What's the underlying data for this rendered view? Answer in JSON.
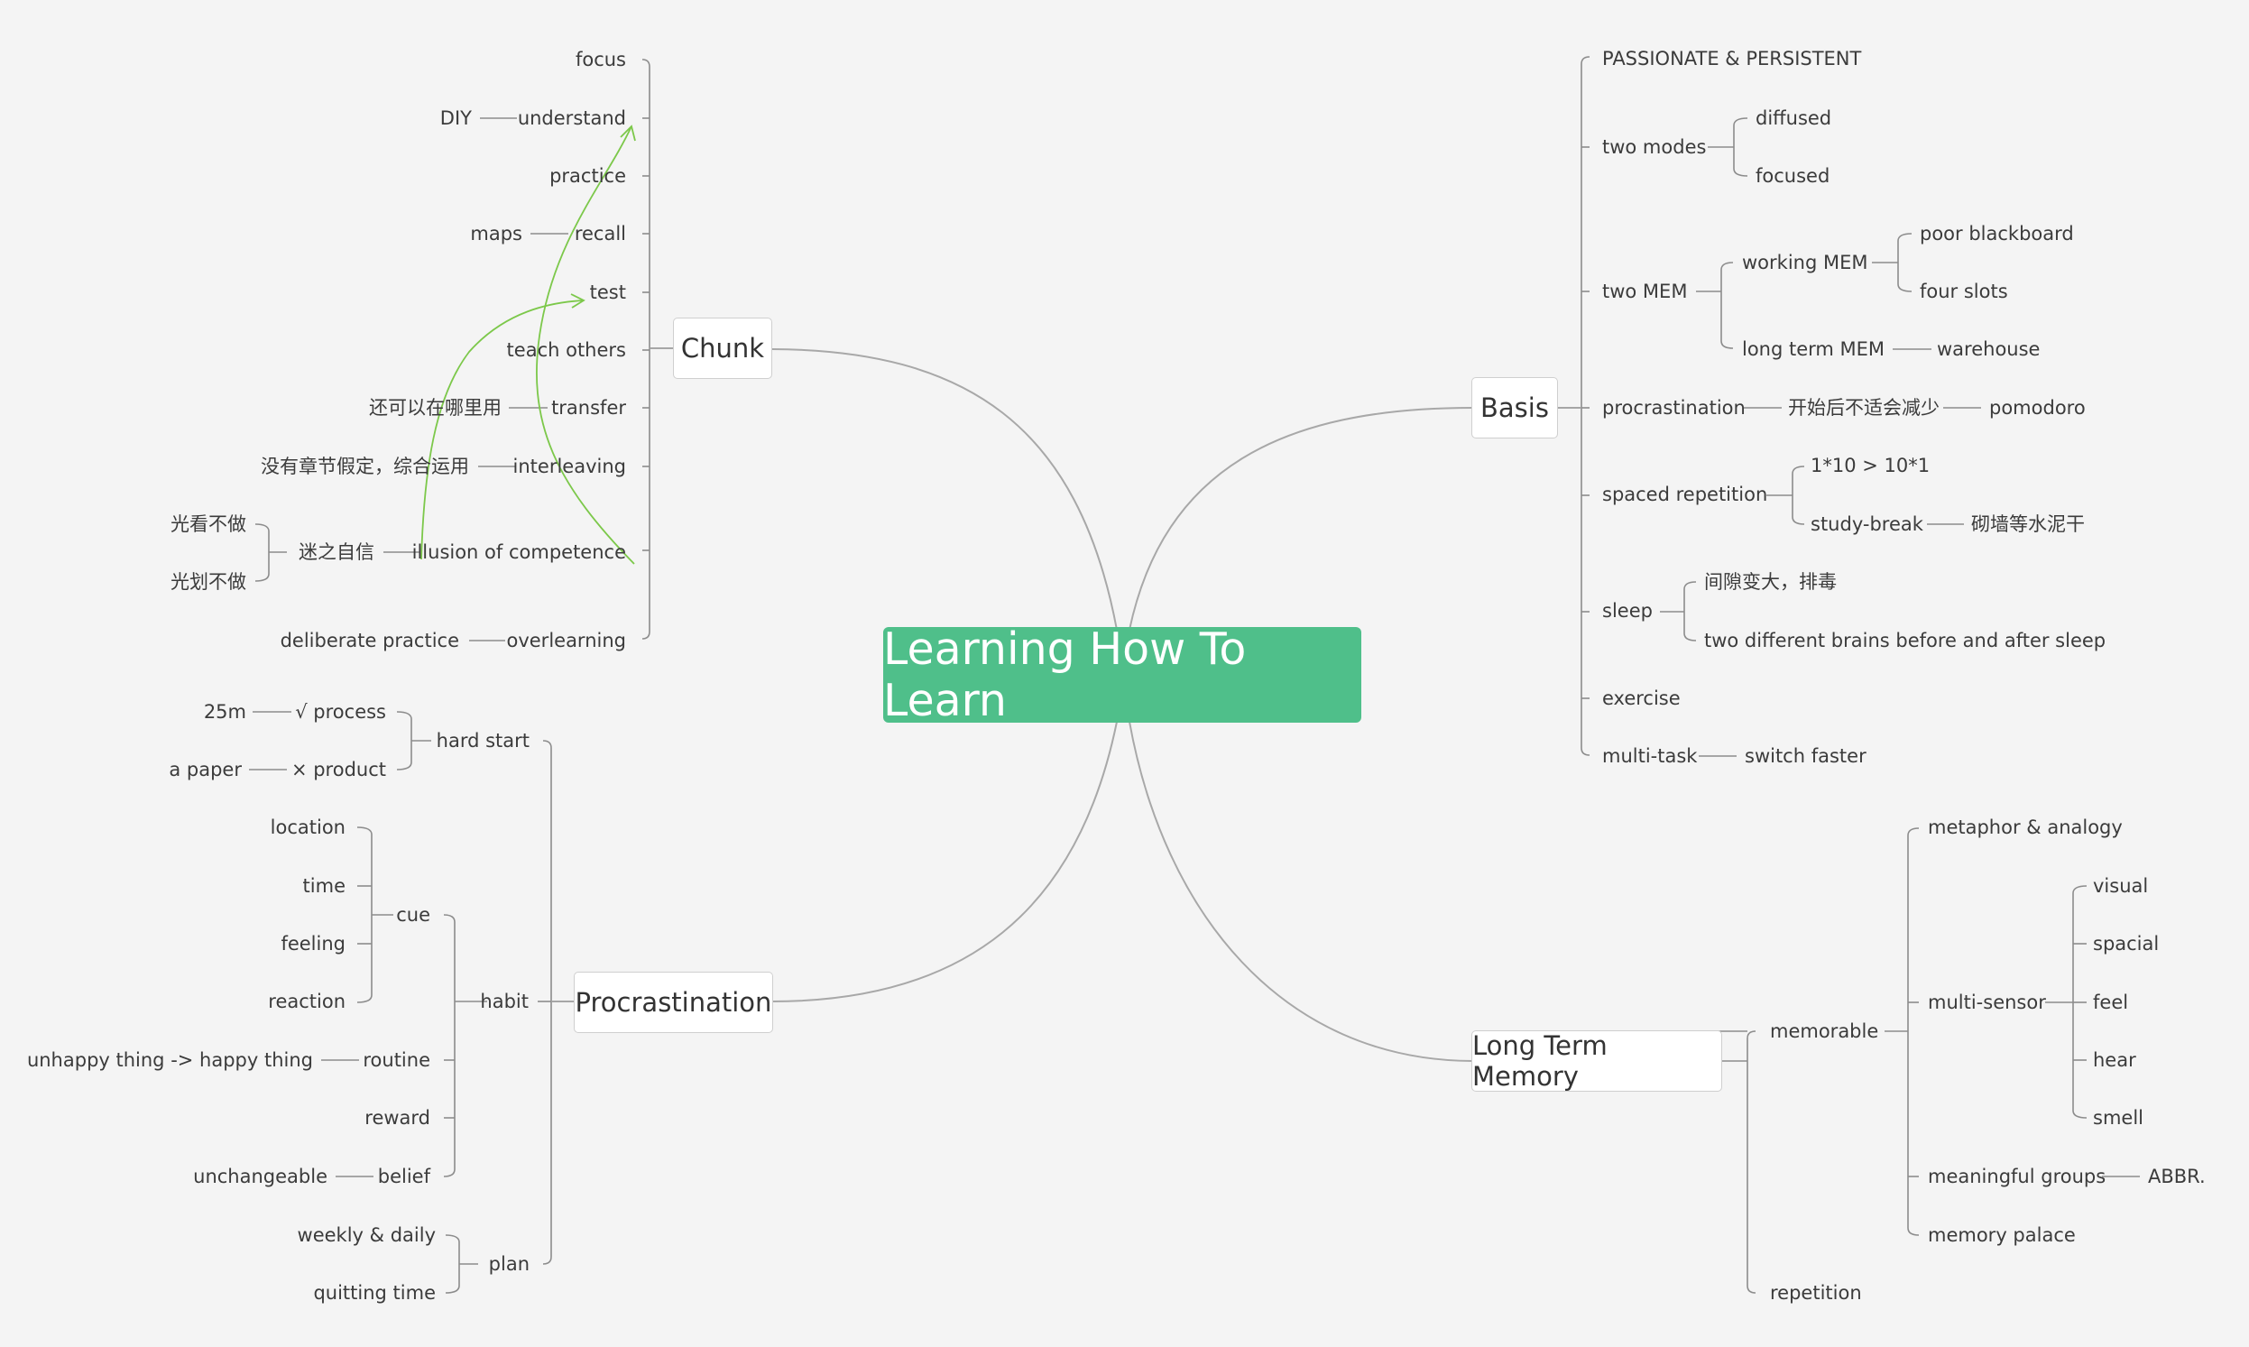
{
  "central_topic": "Learning How To Learn",
  "branches": {
    "chunk": {
      "label": "Chunk",
      "items": {
        "focus": "focus",
        "understand": "understand",
        "diy": "DIY",
        "practice": "practice",
        "recall": "recall",
        "maps": "maps",
        "test": "test",
        "teach_others": "teach others",
        "transfer": "transfer",
        "transfer_note": "还可以在哪里用",
        "interleaving": "interleaving",
        "interleaving_note": "没有章节假定，综合运用",
        "illusion": "illusion of competence",
        "illusion_note": "迷之自信",
        "illusion_sub1": "光看不做",
        "illusion_sub2": "光划不做",
        "overlearning": "overlearning",
        "deliberate_practice": "deliberate practice"
      }
    },
    "basis": {
      "label": "Basis",
      "items": {
        "passionate": "PASSIONATE & PERSISTENT",
        "two_modes": "two modes",
        "diffused": "diffused",
        "focused": "focused",
        "two_mem": "two MEM",
        "working_mem": "working MEM",
        "poor_blackboard": "poor blackboard",
        "four_slots": "four slots",
        "long_term_mem": "long term MEM",
        "warehouse": "warehouse",
        "procrastination": "procrastination",
        "procrastination_note": "开始后不适会减少",
        "pomodoro": "pomodoro",
        "spaced_repetition": "spaced repetition",
        "ratio": "1*10 > 10*1",
        "study_break": "study-break",
        "study_break_note": "砌墙等水泥干",
        "sleep": "sleep",
        "sleep_note1": "间隙变大，排毒",
        "sleep_note2": "two different brains before and after sleep",
        "exercise": "exercise",
        "multi_task": "multi-task",
        "switch_faster": "switch faster"
      }
    },
    "procrastination": {
      "label": "Procrastination",
      "items": {
        "hard_start": "hard start",
        "process": "√ process",
        "process_note": "25m",
        "product": "× product",
        "product_note": "a paper",
        "habit": "habit",
        "cue": "cue",
        "location": "location",
        "time": "time",
        "feeling": "feeling",
        "reaction": "reaction",
        "routine": "routine",
        "routine_note": "unhappy thing -> happy thing",
        "reward": "reward",
        "belief": "belief",
        "belief_note": "unchangeable",
        "plan": "plan",
        "weekly_daily": "weekly & daily",
        "quitting_time": "quitting time"
      }
    },
    "long_term_memory": {
      "label": "Long Term Memory",
      "items": {
        "memorable": "memorable",
        "metaphor": "metaphor & analogy",
        "multi_sensor": "multi-sensor",
        "visual": "visual",
        "spacial": "spacial",
        "feel": "feel",
        "hear": "hear",
        "smell": "smell",
        "meaningful_groups": "meaningful groups",
        "abbr": "ABBR.",
        "memory_palace": "memory palace",
        "repetition": "repetition"
      }
    }
  },
  "colors": {
    "background": "#f4f4f4",
    "central_fill": "#4fbf8a",
    "branch_line": "#a8a8a8",
    "leaf_line": "#8c8c8c",
    "relationship_arrow": "#7cc84a"
  }
}
